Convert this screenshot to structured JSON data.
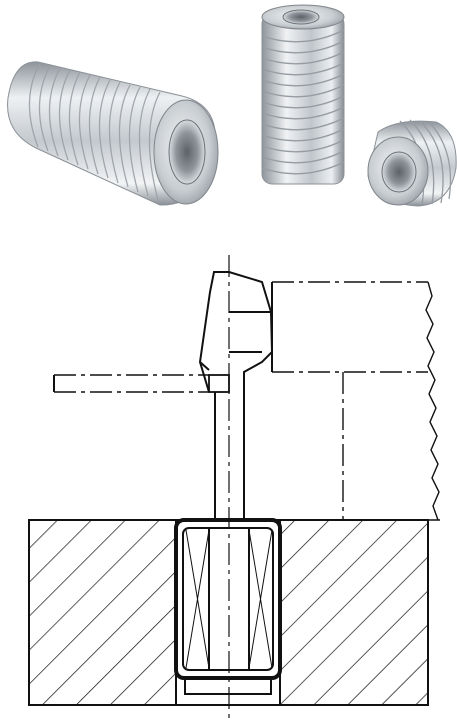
{
  "colors": {
    "background": "#ffffff",
    "metal_light": "#e9ecef",
    "metal_mid": "#b9bfc5",
    "metal_dark": "#7d848b",
    "line": "#111111"
  },
  "photos": {
    "items": [
      {
        "name": "insert-long-horizontal"
      },
      {
        "name": "insert-tall-vertical"
      },
      {
        "name": "insert-short-angled"
      }
    ]
  },
  "drawing": {
    "type": "technical cross-section"
  }
}
